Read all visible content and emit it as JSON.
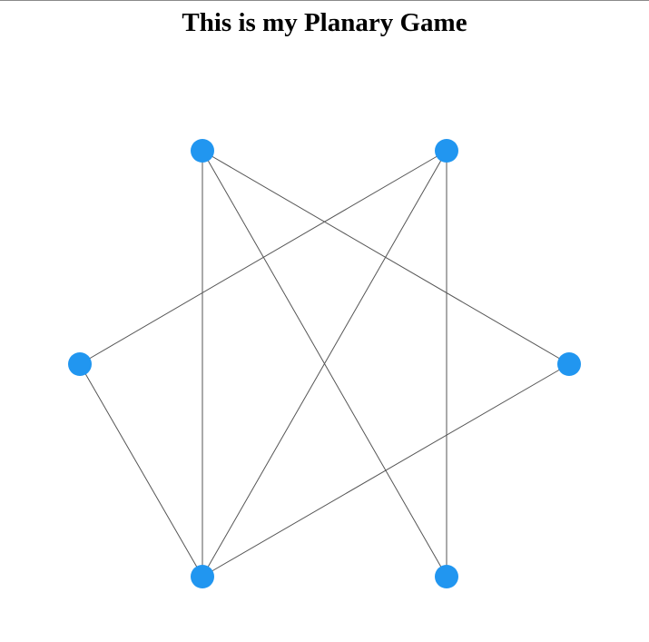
{
  "title": "This is my Planary Game",
  "colors": {
    "node": "#2196f0",
    "edge": "#555555",
    "background": "#ffffff"
  },
  "graph": {
    "nodes": [
      {
        "id": "n1"
      },
      {
        "id": "n2"
      },
      {
        "id": "n3"
      },
      {
        "id": "n4"
      },
      {
        "id": "n5"
      },
      {
        "id": "n6"
      }
    ],
    "edges": [
      [
        "n1",
        "n5"
      ],
      [
        "n1",
        "n6"
      ],
      [
        "n1",
        "n4"
      ],
      [
        "n2",
        "n3"
      ],
      [
        "n2",
        "n5"
      ],
      [
        "n2",
        "n6"
      ],
      [
        "n3",
        "n5"
      ],
      [
        "n4",
        "n5"
      ]
    ]
  }
}
